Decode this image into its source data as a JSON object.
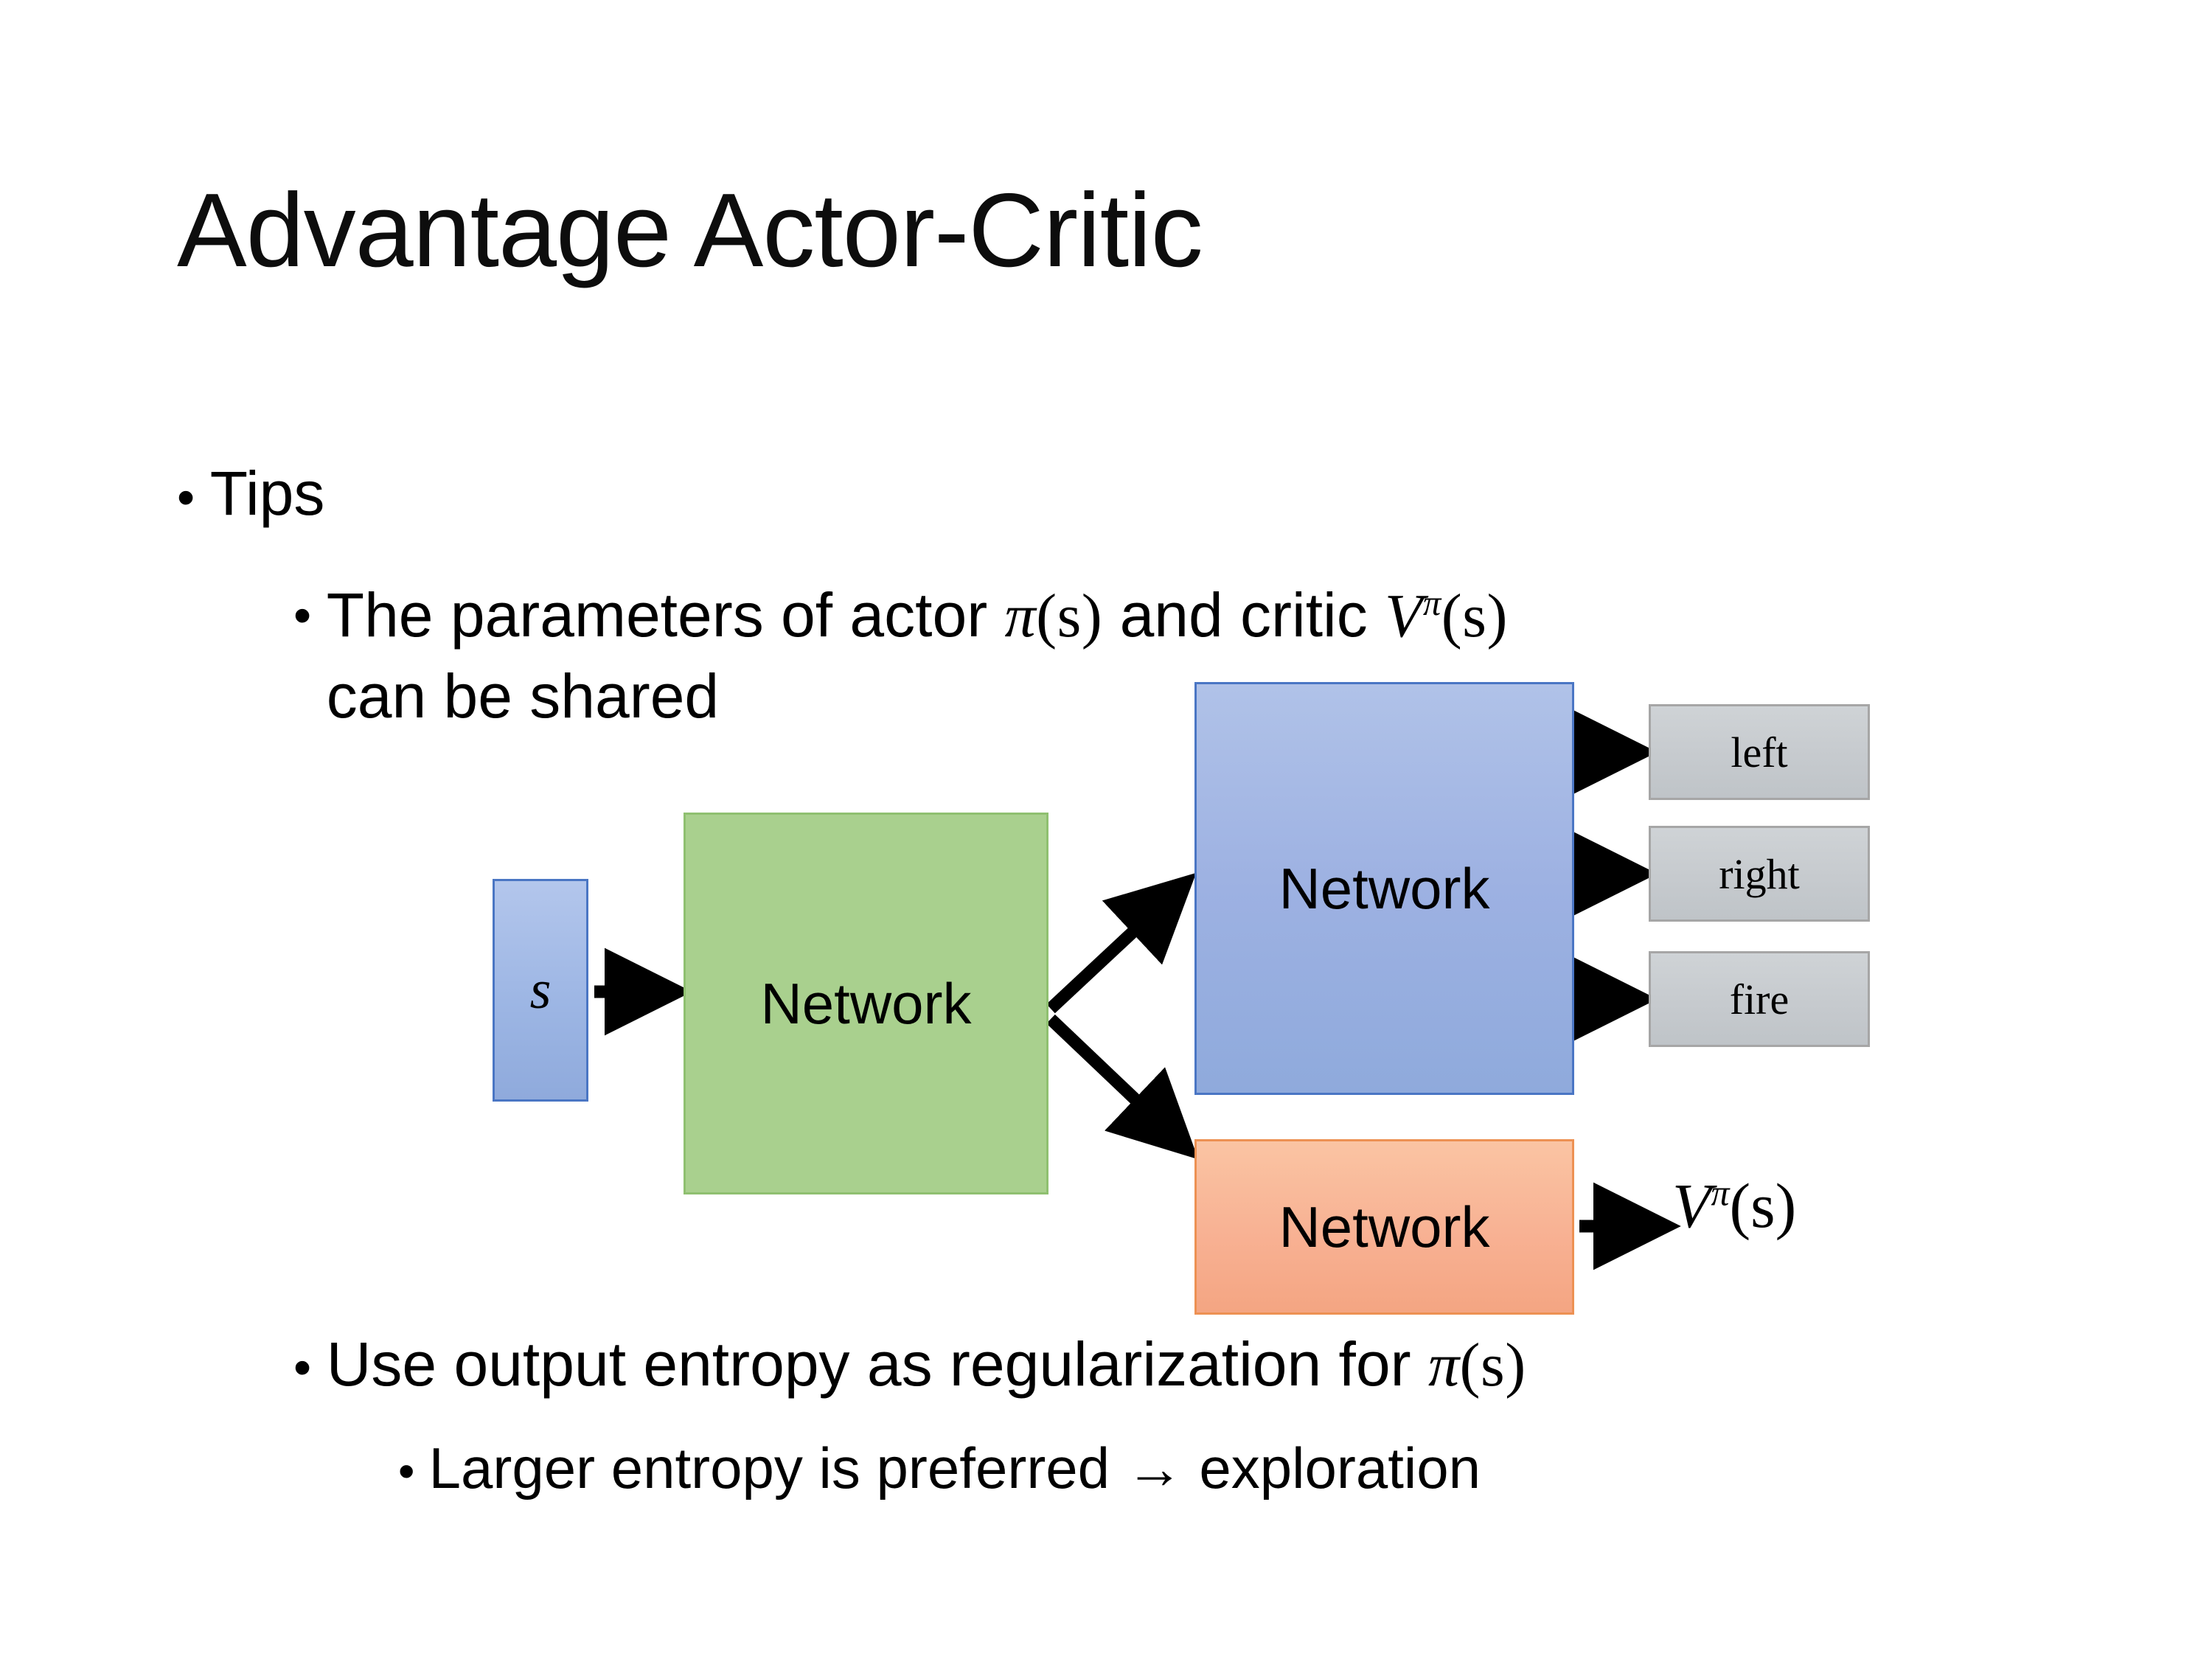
{
  "slide": {
    "title": "Advantage Actor-Critic",
    "bullets": {
      "tips": "Tips",
      "params_prefix": "The parameters of actor ",
      "params_pi": "π",
      "params_pi_arg": "(s)",
      "params_mid": "  and critic ",
      "params_v": "V",
      "params_v_sup": "π",
      "params_v_arg": "(s)",
      "params_line2": "can be shared",
      "entropy_prefix": "Use output entropy as regularization for ",
      "entropy_pi": "π",
      "entropy_pi_arg": "(s)",
      "larger": "Larger entropy is preferred → exploration"
    }
  },
  "diagram": {
    "input_label": "s",
    "shared_network_label": "Network",
    "actor_network_label": "Network",
    "critic_network_label": "Network",
    "outputs": [
      {
        "label": "left"
      },
      {
        "label": "right"
      },
      {
        "label": "fire"
      }
    ],
    "critic_output": {
      "symbol": "V",
      "superscript": "π",
      "argument": "(s)"
    },
    "colors": {
      "input_fill": "#8faadc",
      "input_border": "#4a76c4",
      "shared_fill": "#a9d08e",
      "shared_border": "#8fc070",
      "actor_fill": "#8faadc",
      "actor_border": "#4a76c4",
      "critic_fill": "#f4a582",
      "critic_border": "#ed9153",
      "output_fill": "#c6cace",
      "output_border": "#a6a6a6",
      "arrow": "#000000",
      "background": "#ffffff"
    }
  }
}
